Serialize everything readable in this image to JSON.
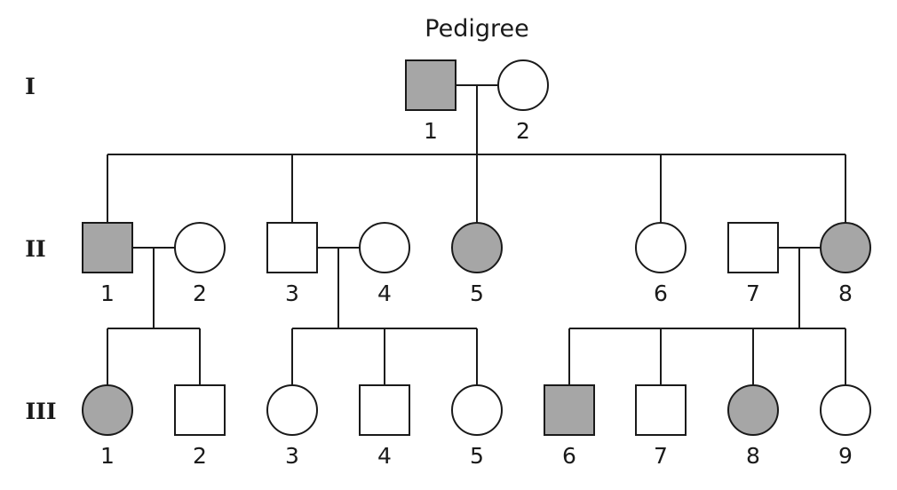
{
  "title": "Pedigree",
  "colors": {
    "affected": "#a6a6a6",
    "unaffected": "#ffffff",
    "stroke": "#1a1a1a"
  },
  "generations": [
    {
      "label": "I",
      "individuals": [
        {
          "id": "I-1",
          "number": "1",
          "sex": "male",
          "affected": true
        },
        {
          "id": "I-2",
          "number": "2",
          "sex": "female",
          "affected": false
        }
      ]
    },
    {
      "label": "II",
      "individuals": [
        {
          "id": "II-1",
          "number": "1",
          "sex": "male",
          "affected": true
        },
        {
          "id": "II-2",
          "number": "2",
          "sex": "female",
          "affected": false
        },
        {
          "id": "II-3",
          "number": "3",
          "sex": "male",
          "affected": false
        },
        {
          "id": "II-4",
          "number": "4",
          "sex": "female",
          "affected": false
        },
        {
          "id": "II-5",
          "number": "5",
          "sex": "female",
          "affected": true
        },
        {
          "id": "II-6",
          "number": "6",
          "sex": "female",
          "affected": false
        },
        {
          "id": "II-7",
          "number": "7",
          "sex": "male",
          "affected": false
        },
        {
          "id": "II-8",
          "number": "8",
          "sex": "female",
          "affected": true
        }
      ]
    },
    {
      "label": "III",
      "individuals": [
        {
          "id": "III-1",
          "number": "1",
          "sex": "female",
          "affected": true
        },
        {
          "id": "III-2",
          "number": "2",
          "sex": "male",
          "affected": false
        },
        {
          "id": "III-3",
          "number": "3",
          "sex": "female",
          "affected": false
        },
        {
          "id": "III-4",
          "number": "4",
          "sex": "male",
          "affected": false
        },
        {
          "id": "III-5",
          "number": "5",
          "sex": "female",
          "affected": false
        },
        {
          "id": "III-6",
          "number": "6",
          "sex": "male",
          "affected": true
        },
        {
          "id": "III-7",
          "number": "7",
          "sex": "male",
          "affected": false
        },
        {
          "id": "III-8",
          "number": "8",
          "sex": "female",
          "affected": true
        },
        {
          "id": "III-9",
          "number": "9",
          "sex": "female",
          "affected": false
        }
      ]
    }
  ],
  "matings": [
    {
      "partners": [
        "I-1",
        "I-2"
      ],
      "children": [
        "II-1",
        "II-3",
        "II-5",
        "II-6",
        "II-8"
      ]
    },
    {
      "partners": [
        "II-1",
        "II-2"
      ],
      "children": [
        "III-1",
        "III-2"
      ]
    },
    {
      "partners": [
        "II-3",
        "II-4"
      ],
      "children": [
        "III-3",
        "III-4",
        "III-5"
      ]
    },
    {
      "partners": [
        "II-7",
        "II-8"
      ],
      "children": [
        "III-6",
        "III-7",
        "III-8",
        "III-9"
      ]
    }
  ]
}
